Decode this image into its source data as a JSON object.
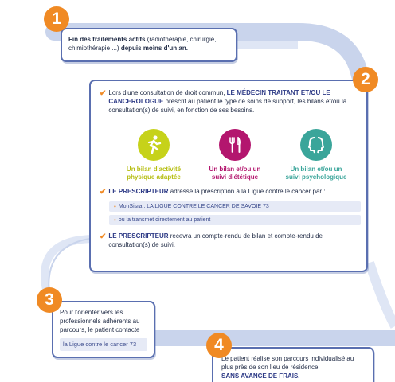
{
  "colors": {
    "accent": "#f08a24",
    "border": "#5a6fb0",
    "heading": "#2d3a86",
    "path": "#c9d4ec",
    "yellow": "#c6d21a",
    "magenta": "#b3166e",
    "teal": "#3aa59a"
  },
  "step1": {
    "number": "1",
    "bold_a": "Fin des traitements actifs",
    "text": " (radiothérapie, chirurgie, chimiothérapie ...) ",
    "bold_b": "depuis moins d'un an."
  },
  "step2": {
    "number": "2",
    "intro_a": "Lors d'une consultation de droit commun, ",
    "intro_bold": "LE MÉDECIN TRAITANT ET/OU LE CANCEROLOGUE",
    "intro_b": " prescrit au patient le type de soins de support, les bilans et/ou la consultation(s) de suivi, en fonction de ses besoins.",
    "options": [
      {
        "label": "Un bilan d'activité physique adaptée",
        "icon": "running-person-icon"
      },
      {
        "label": "Un bilan et/ou un suivi diététique",
        "icon": "fork-knife-icon"
      },
      {
        "label": "Un bilan et/ou un suivi psychologique",
        "icon": "head-profiles-icon"
      }
    ],
    "prescriber_bold": "LE PRESCRIPTEUR",
    "prescriber_text": " adresse la prescription à la Ligue contre le cancer par :",
    "channels": [
      "MonSisra : LA LIGUE CONTRE LE CANCER DE SAVOIE 73",
      "ou la transmet directement au patient"
    ],
    "report_bold": "LE PRESCRIPTEUR",
    "report_text": " recevra un compte-rendu de bilan et compte-rendu de consultation(s) de suivi."
  },
  "step3": {
    "number": "3",
    "text": "Pour l'orienter vers les professionnels adhérents au parcours, le patient contacte",
    "link": "la Ligue contre le cancer 73"
  },
  "step4": {
    "number": "4",
    "text": "Le patient réalise son parcours individualisé au plus près de son lieu de résidence,",
    "bold": "SANS AVANCE DE FRAIS."
  }
}
